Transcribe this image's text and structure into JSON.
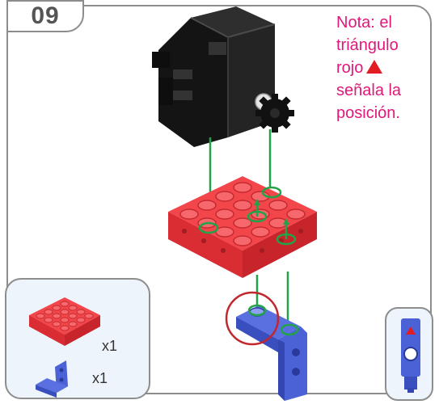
{
  "step": {
    "number": "09"
  },
  "note": {
    "line1": "Nota: el",
    "line2": "triángulo",
    "line3": "rojo",
    "line4": "señala la",
    "line5": "posición."
  },
  "parts": [
    {
      "name": "red-plate",
      "quantity": "x1"
    },
    {
      "name": "blue-bracket",
      "quantity": "x1"
    }
  ],
  "colors": {
    "note_text": "#e0187a",
    "marker_triangle": "#e31b23",
    "plate_red": "#f2464b",
    "bracket_blue": "#4b62d6",
    "guide_line": "#22a34a",
    "highlight_circle": "#c2272d",
    "motor_black": "#1a1a1a"
  }
}
